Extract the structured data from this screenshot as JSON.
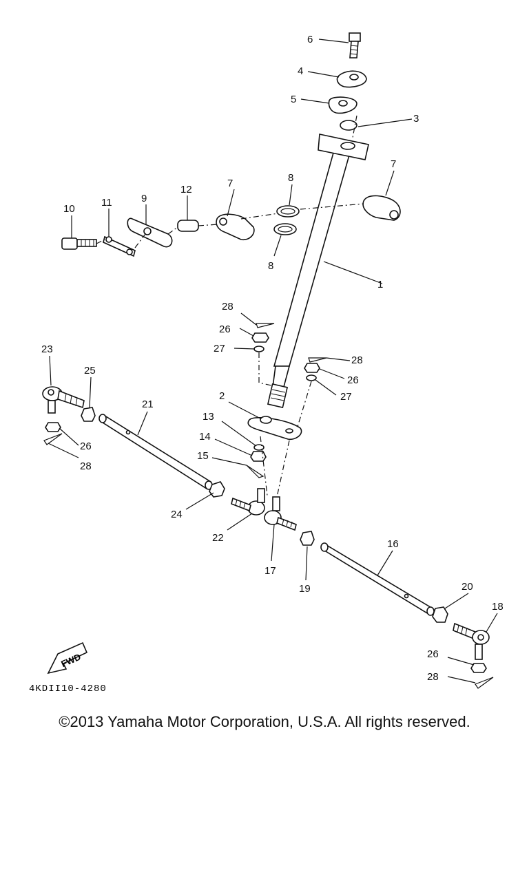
{
  "diagram": {
    "callouts": [
      "1",
      "2",
      "3",
      "4",
      "5",
      "6",
      "7",
      "7",
      "8",
      "8",
      "9",
      "10",
      "11",
      "12",
      "13",
      "14",
      "15",
      "16",
      "17",
      "18",
      "19",
      "20",
      "21",
      "22",
      "23",
      "24",
      "25",
      "26",
      "26",
      "26",
      "26",
      "27",
      "27",
      "28",
      "28",
      "28",
      "28"
    ],
    "fwd_label": "FWD",
    "drawing_code": "4KDII10-4280"
  },
  "footer": {
    "copyright": "©2013 Yamaha Motor Corporation, U.S.A. All rights reserved."
  }
}
